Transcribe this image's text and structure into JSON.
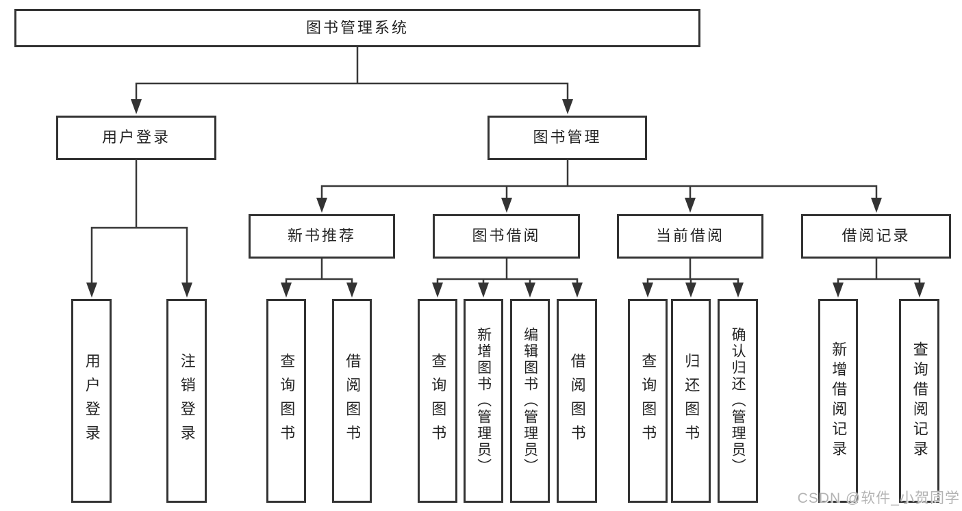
{
  "diagram": {
    "root": {
      "label": "图书管理系统"
    },
    "branches": [
      {
        "label": "用户登录",
        "children": [
          {
            "label": "用户登录"
          },
          {
            "label": "注销登录"
          }
        ]
      },
      {
        "label": "图书管理",
        "children": [
          {
            "label": "新书推荐",
            "children": [
              {
                "label": "查询图书"
              },
              {
                "label": "借阅图书"
              }
            ]
          },
          {
            "label": "图书借阅",
            "children": [
              {
                "label": "查询图书"
              },
              {
                "label": "新增图书（管理员）"
              },
              {
                "label": "编辑图书（管理员）"
              },
              {
                "label": "借阅图书"
              }
            ]
          },
          {
            "label": "当前借阅",
            "children": [
              {
                "label": "查询图书"
              },
              {
                "label": "归还图书"
              },
              {
                "label": "确认归还（管理员）"
              }
            ]
          },
          {
            "label": "借阅记录",
            "children": [
              {
                "label": "新增借阅记录"
              },
              {
                "label": "查询借阅记录"
              }
            ]
          }
        ]
      }
    ]
  },
  "watermark": {
    "text": "CSDN @软件_小贺同学"
  },
  "colors": {
    "line": "#383838",
    "box_border": "#333333",
    "box_fill": "#ffffff",
    "text": "#242424",
    "watermark": "#b4b4b4",
    "background": "#ffffff"
  }
}
